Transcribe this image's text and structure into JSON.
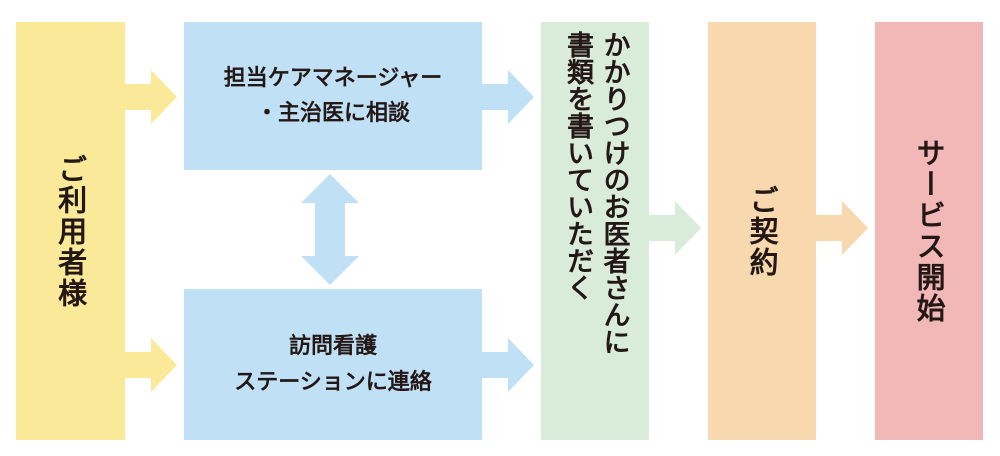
{
  "colors": {
    "yellow": "#fbe99a",
    "blue": "#bfe0f5",
    "green": "#d9ecd9",
    "orange": "#f8d8ae",
    "pink": "#f2b8b8"
  },
  "nodes": {
    "user": {
      "label": "ご利用者様"
    },
    "care_manager": {
      "line1": "担当ケアマネージャー",
      "line2": "・主治医に相談"
    },
    "visiting_nurse": {
      "line1": "訪問看護",
      "line2": "ステーションに連絡"
    },
    "doctor": {
      "lines": [
        "かかりつけのお医者さんに",
        "書類を書いていただく"
      ]
    },
    "contract": {
      "label": "ご契約"
    },
    "service_start": {
      "label": "サービス開始"
    }
  }
}
